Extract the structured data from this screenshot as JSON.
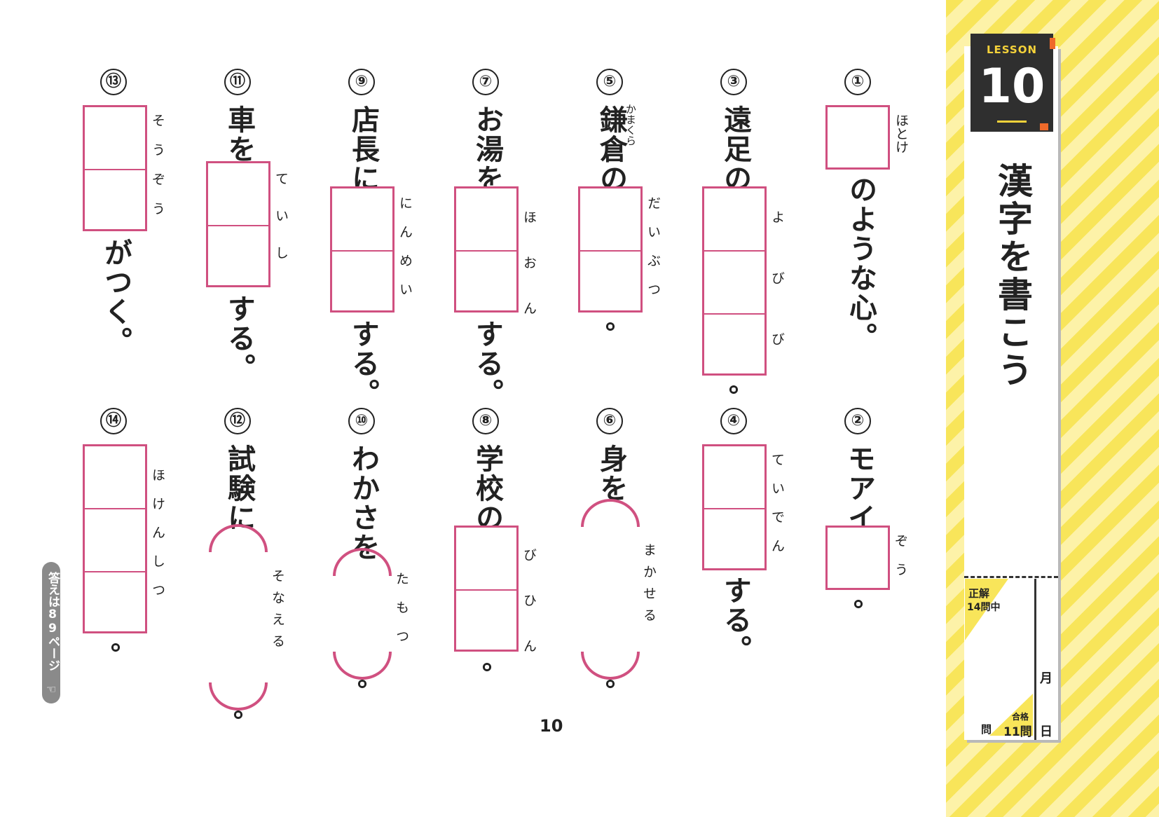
{
  "page_number": "10",
  "lesson": {
    "label": "LESSON",
    "number": "10"
  },
  "title": "漢字を書こう",
  "answer_tab": "答えは89ページ",
  "score": {
    "correct_label": "正解",
    "total_label": "14問中",
    "month": "月",
    "day": "日",
    "question_unit": "問",
    "pass_label": "合格",
    "pass_value": "11問"
  },
  "questions": [
    {
      "num": "①",
      "pre": "",
      "ruby": "ほとけ",
      "post": "のような心。"
    },
    {
      "num": "②",
      "pre": "モアイ",
      "ruby": "ぞう",
      "post": "。"
    },
    {
      "num": "③",
      "pre": "遠足の",
      "ruby": "よびび",
      "post": "。"
    },
    {
      "num": "④",
      "pre": "",
      "ruby": "ていでん",
      "post": "する。"
    },
    {
      "num": "⑤",
      "pre": "鎌倉の",
      "pre_ruby": "かまくら",
      "ruby": "だいぶつ",
      "post": "。"
    },
    {
      "num": "⑥",
      "pre": "身を",
      "ruby": "まかせる",
      "post": "。"
    },
    {
      "num": "⑦",
      "pre": "お湯を",
      "ruby": "ほおん",
      "post": "する。"
    },
    {
      "num": "⑧",
      "pre": "学校の",
      "ruby": "びひん",
      "post": "。"
    },
    {
      "num": "⑨",
      "pre": "店長に",
      "ruby": "にんめい",
      "post": "する。"
    },
    {
      "num": "⑩",
      "pre": "わかさを",
      "ruby": "たもつ",
      "post": "。"
    },
    {
      "num": "⑪",
      "pre": "車を",
      "ruby": "ていし",
      "post": "する。"
    },
    {
      "num": "⑫",
      "pre": "試験に",
      "ruby": "そなえる",
      "post": "。"
    },
    {
      "num": "⑬",
      "pre": "",
      "ruby": "そうぞう",
      "post": "がつく。"
    },
    {
      "num": "⑭",
      "pre": "",
      "ruby": "ほけんしつ",
      "post": "。"
    }
  ]
}
